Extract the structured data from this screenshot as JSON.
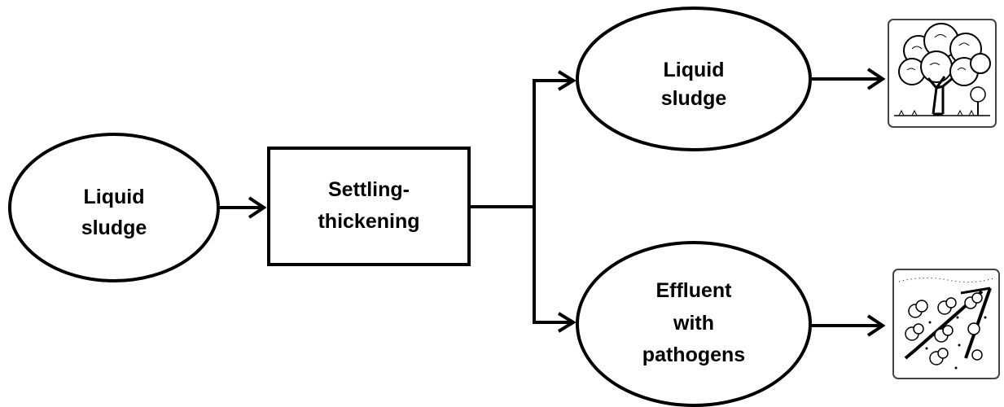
{
  "nodes": {
    "input": {
      "line1": "Liquid",
      "line2": "sludge"
    },
    "process": {
      "line1": "Settling-",
      "line2": "thickening"
    },
    "output_top": {
      "line1": "Liquid",
      "line2": "sludge"
    },
    "output_bottom": {
      "line1": "Effluent",
      "line2": "with",
      "line3": "pathogens"
    }
  },
  "icons": {
    "top": "tree-icon",
    "bottom": "irrigated-field-icon"
  },
  "colors": {
    "stroke": "#000000",
    "background": "#ffffff"
  }
}
